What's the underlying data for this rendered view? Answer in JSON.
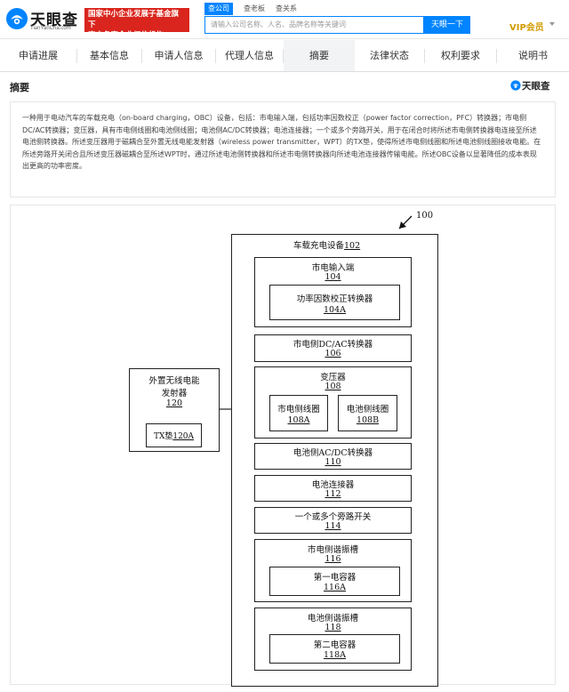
{
  "header": {
    "logo_text": "天眼查",
    "logo_sub": "TianYanCha.com",
    "banner_line1": "国家中小企业发展子基金旗下",
    "banner_line2": "官方备案企业征信机构",
    "search_tabs": [
      "查公司",
      "查老板",
      "查关系"
    ],
    "search_placeholder": "请输入公司名称、人名、品牌名称等关键词",
    "search_button": "天眼一下",
    "vip_label": "VIP会员"
  },
  "tabs": [
    {
      "label": "申请进展"
    },
    {
      "label": "基本信息"
    },
    {
      "label": "申请人信息"
    },
    {
      "label": "代理人信息"
    },
    {
      "label": "摘要",
      "active": true
    },
    {
      "label": "法律状态"
    },
    {
      "label": "权利要求"
    },
    {
      "label": "说明书"
    }
  ],
  "section": {
    "title": "摘要",
    "brand": "天眼查"
  },
  "abstract_text": "一种用于电动汽车的车载充电（on-board charging，OBC）设备，包括：市电输入端，包括功率因数校正（power factor correction，PFC）转换器；市电侧DC/AC转换器；变压器，具有市电侧线圈和电池侧线圈；电池侧AC/DC转换器；电池连接器；一个或多个旁路开关，用于在闭合时将所述市电侧转换器电连接至所述电池侧转换器。所述变压器用于磁耦合至外置无线电能发射器（wireless power transmitter，WPT）的TX垫，使得所述市电侧线圈和所述电池侧线圈接收电能。在所述旁路开关闭合且所述变压器磁耦合至所述WPT时，通过所述电池侧转换器和所述市电侧转换器向所述电池连接器传输电能。所述OBC设备以显著降低的成本表现出更高的功率密度。",
  "diagram": {
    "ref_label": "100",
    "obc": {
      "label": "车载充电设备",
      "num": "102"
    },
    "mains_input": {
      "label": "市电输入端",
      "num": "104"
    },
    "pfc": {
      "label": "功率因数校正转换器",
      "num": "104A"
    },
    "mains_dcac": {
      "label": "市电侧DC/AC转换器",
      "num": "106"
    },
    "transformer": {
      "label": "变压器",
      "num": "108"
    },
    "mains_coil": {
      "label": "市电侧线圈",
      "num": "108A"
    },
    "battery_coil": {
      "label": "电池侧线圈",
      "num": "108B"
    },
    "battery_acdc": {
      "label": "电池侧AC/DC转换器",
      "num": "110"
    },
    "battery_connector": {
      "label": "电池连接器",
      "num": "112"
    },
    "bypass_switch": {
      "label": "一个或多个旁路开关",
      "num": "114"
    },
    "mains_resonant": {
      "label": "市电侧谐振槽",
      "num": "116"
    },
    "cap1": {
      "label": "第一电容器",
      "num": "116A"
    },
    "battery_resonant": {
      "label": "电池侧谐振槽",
      "num": "118"
    },
    "cap2": {
      "label": "第二电容器",
      "num": "118A"
    },
    "wpt_line1": "外置无线电能",
    "wpt_line2": "发射器",
    "wpt_num": "120",
    "tx_pad": {
      "label": "TX垫",
      "num": "120A"
    }
  },
  "colors": {
    "accent": "#0084ff",
    "banner": "#d9251d",
    "vip": "#d29c00"
  }
}
